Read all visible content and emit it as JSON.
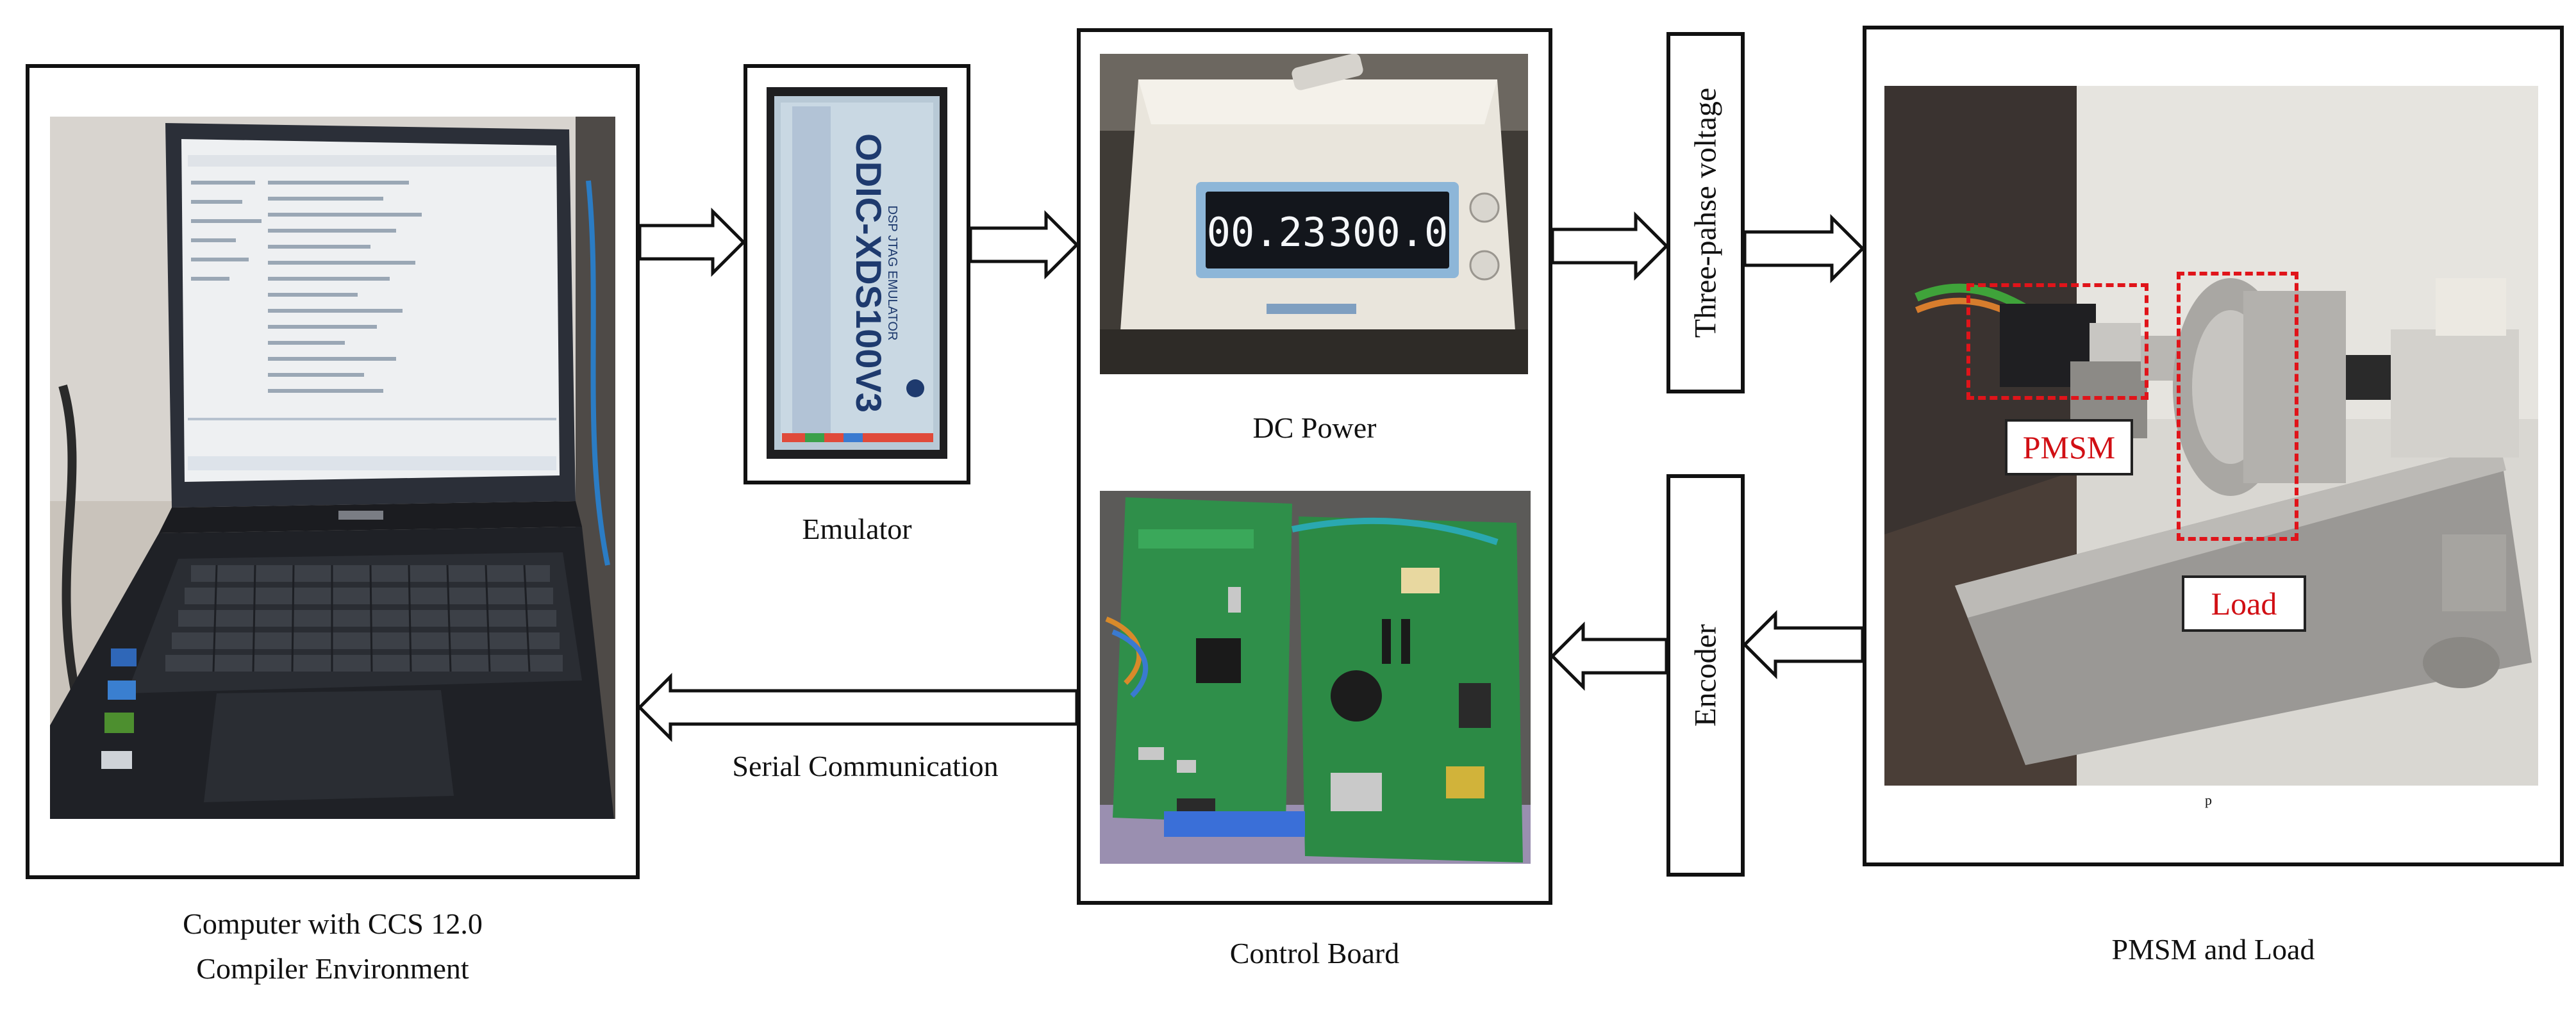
{
  "blocks": {
    "computer": {
      "caption_line1": "Computer with CCS 12.0",
      "caption_line2": "Compiler Environment"
    },
    "emulator": {
      "caption": "Emulator",
      "device_text": "ODIC-XDS100V3",
      "device_sub": "DSP JTAG EMULATOR"
    },
    "control_board": {
      "caption": "Control Board",
      "dc_power_caption": "DC Power",
      "display_left": "00.23",
      "display_right": "300.0"
    },
    "three_phase": {
      "label": "Three-pahse voltage"
    },
    "encoder": {
      "label": "Encoder"
    },
    "motor": {
      "caption": "PMSM and Load",
      "pmsm_tag": "PMSM",
      "load_tag": "Load",
      "footnote": "p"
    }
  },
  "links": {
    "serial_label": "Serial Communication"
  },
  "colors": {
    "tag_text": "#d10f14",
    "dash": "#e0141a",
    "frame": "#111111"
  }
}
